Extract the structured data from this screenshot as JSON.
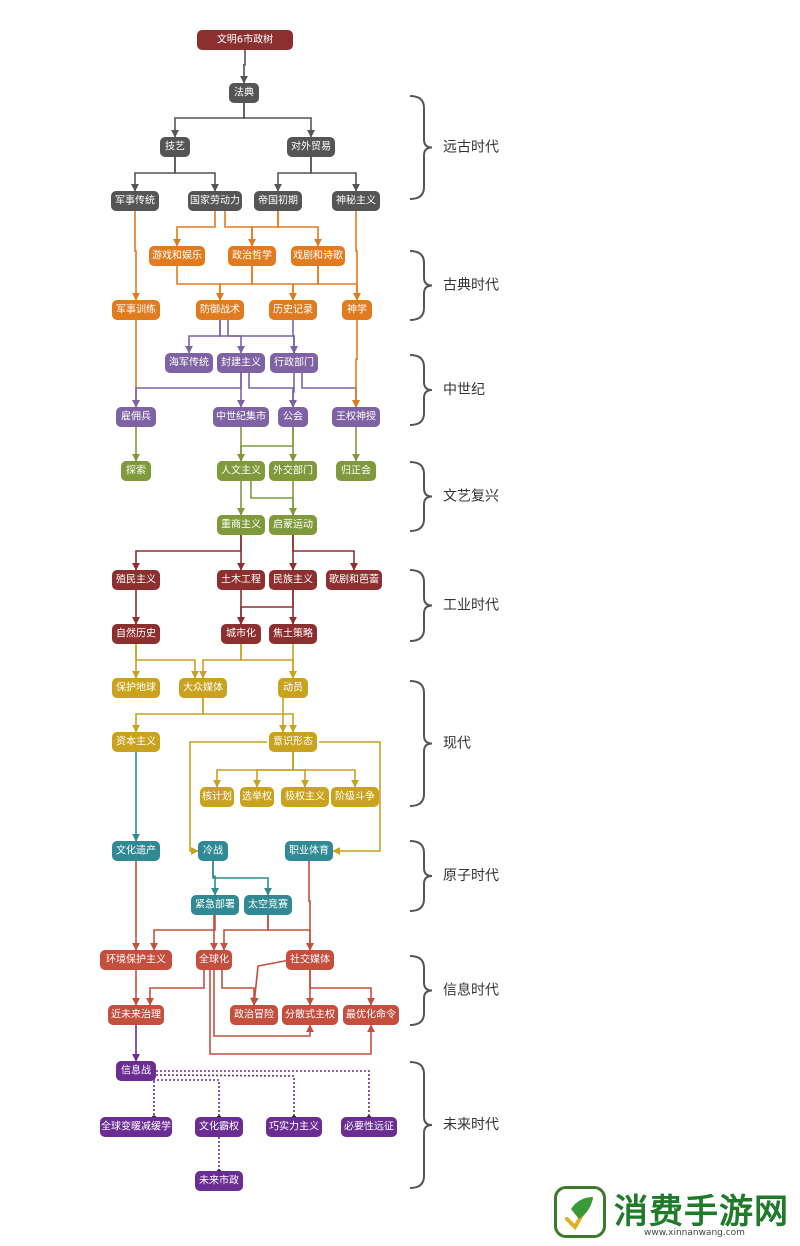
{
  "colors": {
    "root": "#8b2f2f",
    "ancient": "#555555",
    "classical": "#e07c1f",
    "medieval": "#7e62a3",
    "renaissance": "#7e9a3a",
    "industrial": "#8e2f2f",
    "modern": "#c9a21e",
    "atomic": "#2f8a94",
    "information": "#c44f3f",
    "future": "#6b2c93",
    "bracket": "#555555"
  },
  "nodes": {
    "root": "文明6市政树",
    "code_of_laws": "法典",
    "craftsmanship": "技艺",
    "foreign_trade": "对外贸易",
    "military_tradition": "军事传统",
    "state_workforce": "国家劳动力",
    "early_empire": "帝国初期",
    "mysticism": "神秘主义",
    "games_recreation": "游戏和娱乐",
    "political_philosophy": "政治哲学",
    "drama_poetry": "戏剧和诗歌",
    "military_training": "军事训练",
    "defensive_tactics": "防御战术",
    "recorded_history": "历史记录",
    "theology": "神学",
    "naval_tradition": "海军传统",
    "feudalism": "封建主义",
    "civil_service": "行政部门",
    "mercenaries": "雇佣兵",
    "medieval_faires": "中世纪集市",
    "guilds": "公会",
    "divine_right": "王权神授",
    "exploration": "探索",
    "humanism": "人文主义",
    "diplomatic_service": "外交部门",
    "reformed_church": "归正会",
    "mercantilism": "重商主义",
    "enlightenment": "启蒙运动",
    "colonialism": "殖民主义",
    "civil_engineering": "土木工程",
    "nationalism": "民族主义",
    "opera_ballet": "歌剧和芭蕾",
    "natural_history": "自然历史",
    "urbanization": "城市化",
    "scorched_earth": "焦土策略",
    "conservation": "保护地球",
    "mass_media": "大众媒体",
    "mobilization": "动员",
    "capitalism": "资本主义",
    "ideology": "意识形态",
    "nuclear_program": "核计划",
    "suffrage": "选举权",
    "totalitarianism": "极权主义",
    "class_struggle": "阶级斗争",
    "cultural_heritage": "文化遗产",
    "cold_war": "冷战",
    "professional_sports": "职业体育",
    "rapid_deployment": "紧急部署",
    "space_race": "太空竞赛",
    "environmentalism": "环境保护主义",
    "globalization": "全球化",
    "social_media": "社交媒体",
    "near_future_governance": "近未来治理",
    "political_risk": "政治冒险",
    "decentralized_sovereignty": "分散式主权",
    "optimization_imperative": "最优化命令",
    "information_warfare": "信息战",
    "global_warming_mitigation": "全球变暖减缓学",
    "cultural_hegemony": "文化霸权",
    "smart_power_doctrine": "巧实力主义",
    "exodus_imperative": "必要性远征",
    "future_civic": "未来市政"
  },
  "eras": {
    "ancient": "远古时代",
    "classical": "古典时代",
    "medieval": "中世纪",
    "renaissance": "文艺复兴",
    "industrial": "工业时代",
    "modern": "现代",
    "atomic": "原子时代",
    "information": "信息时代",
    "future": "未来时代"
  },
  "watermark": {
    "title": "消费手游网",
    "url": "www.xinnanwang.com"
  }
}
